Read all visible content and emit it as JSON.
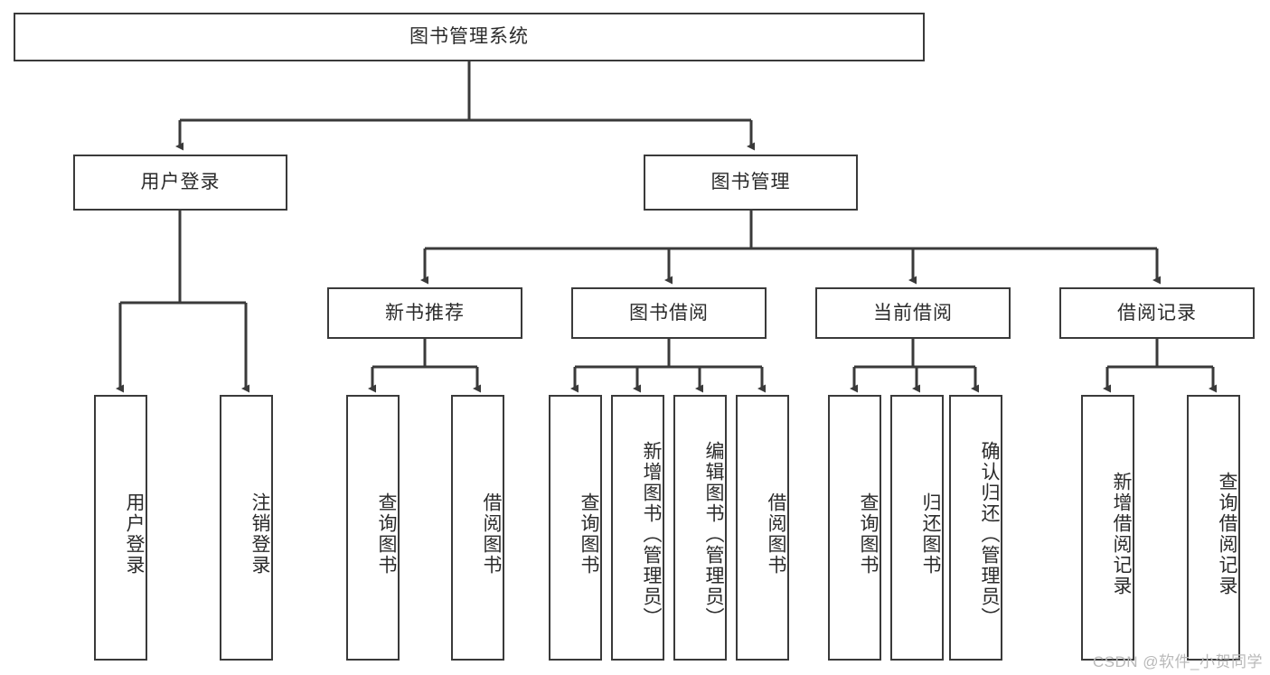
{
  "diagram": {
    "title": "图书管理系统",
    "type": "tree-hierarchy-chart",
    "colors": {
      "box_border": "#3a3a3a",
      "box_fill": "#ffffff",
      "connector": "#3a3a3a",
      "text": "#2b2b2b",
      "watermark": "#b9b9b9",
      "background": "#ffffff"
    },
    "root": {
      "label": "图书管理系统"
    },
    "level2": [
      {
        "id": "user-login",
        "label": "用户登录"
      },
      {
        "id": "book-management",
        "label": "图书管理"
      }
    ],
    "level3": [
      {
        "id": "new-book-recommend",
        "label": "新书推荐"
      },
      {
        "id": "book-borrow",
        "label": "图书借阅"
      },
      {
        "id": "current-borrow",
        "label": "当前借阅"
      },
      {
        "id": "borrow-record",
        "label": "借阅记录"
      }
    ],
    "leaves": {
      "user_login": [
        {
          "id": "leaf-user-login",
          "label": "用户登录"
        },
        {
          "id": "leaf-logout-login",
          "label": "注销登录"
        }
      ],
      "new_book_recommend": [
        {
          "id": "leaf-query-book-1",
          "label": "查询图书"
        },
        {
          "id": "leaf-borrow-book-1",
          "label": "借阅图书"
        }
      ],
      "book_borrow": [
        {
          "id": "leaf-query-book-2",
          "label": "查询图书"
        },
        {
          "id": "leaf-add-book",
          "label": "新增图书（管理员）"
        },
        {
          "id": "leaf-edit-book",
          "label": "编辑图书（管理员）"
        },
        {
          "id": "leaf-borrow-book-2",
          "label": "借阅图书"
        }
      ],
      "current_borrow": [
        {
          "id": "leaf-query-book-3",
          "label": "查询图书"
        },
        {
          "id": "leaf-return-book",
          "label": "归还图书"
        },
        {
          "id": "leaf-confirm-return",
          "label": "确认归还（管理员）"
        }
      ],
      "borrow_record": [
        {
          "id": "leaf-add-record",
          "label": "新增借阅记录"
        },
        {
          "id": "leaf-query-record",
          "label": "查询借阅记录"
        }
      ]
    }
  },
  "watermark": {
    "text": "CSDN @软件_小贺同学"
  }
}
